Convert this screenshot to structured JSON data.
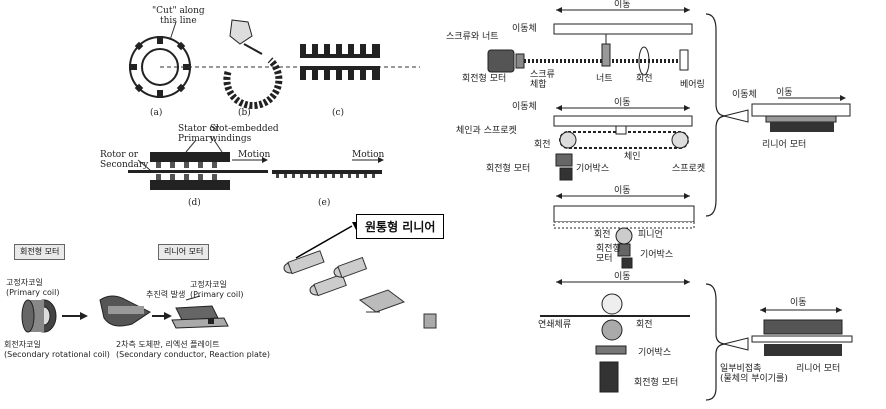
{
  "topleft": {
    "cut_note": "\"Cut\" along\nthis line",
    "cap_a": "(a)",
    "cap_b": "(b)",
    "cap_c": "(c)",
    "stator": "Stator or\nPrimary",
    "slot": "Slot-embedded\nwindings",
    "rotor": "Rotor or\nSecondary",
    "motion1": "Motion",
    "motion2": "Motion",
    "cap_d": "(d)",
    "cap_e": "(e)"
  },
  "bottomleft": {
    "rotary_label": "회전형 모터",
    "linear_label": "리니어 모터",
    "primary1": "고정자코일\n(Primary coil)",
    "secondary1": "회전자코일\n(Secondary rotational coil)",
    "thrust": "추진력 발생",
    "primary2": "고정자코일\n(Primary coil)",
    "secondary2": "2차측 도체판, 리엑션 플레이트\n(Secondary conductor, Reaction plate)",
    "callout": "원통형 리니어"
  },
  "right": {
    "move1": "이동",
    "body1": "이동체",
    "screw_nut": "스크류와 너트",
    "motor1": "회전형 모터",
    "coupling": "스크류\n체합",
    "nut": "너트",
    "rotate1": "회전",
    "bearing": "베어링",
    "move2": "이동",
    "body2": "이동체",
    "chain_sprocket": "체인과 스프로켓",
    "rotate2": "회전",
    "chain": "체인",
    "motor2": "회전형 모터",
    "gearbox2": "기어박스",
    "sprocket": "스프로켓",
    "move3": "이동",
    "rotate3": "회전",
    "pinion": "피니언",
    "motor3": "회전형\n모터",
    "gearbox3": "기어박스",
    "move4": "이동",
    "roller": "연쇄체류",
    "rotate4": "회전",
    "gearbox4": "기어박스",
    "motor4": "회전형 모터",
    "result_body": "이동체",
    "result_move": "이동",
    "result_motor": "리니어 모터",
    "result2_move": "이동",
    "result2_label": "일부비접촉\n(물체의 부이기를)",
    "result2_motor": "리니어 모터"
  }
}
